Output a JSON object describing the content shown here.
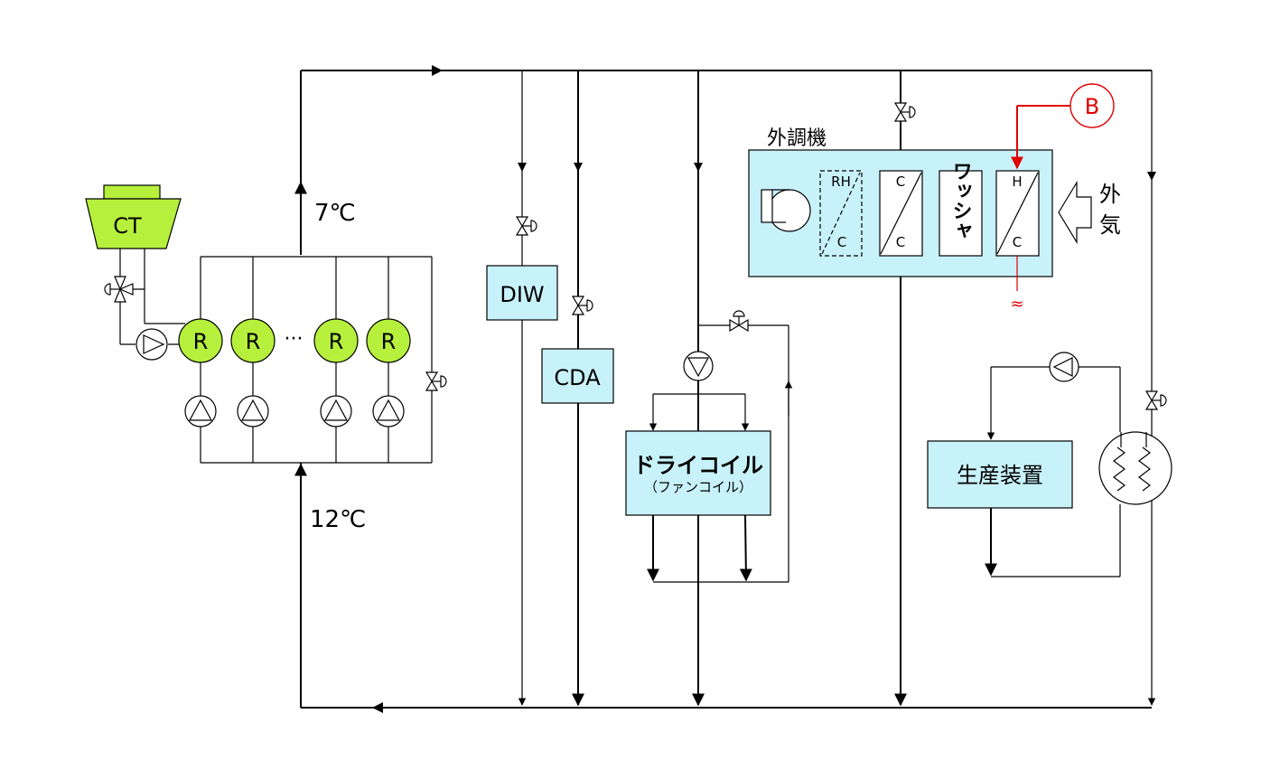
{
  "labels": {
    "ct": "CT",
    "chiller": "R",
    "dots": "···",
    "supply_temp": "7℃",
    "return_temp": "12℃",
    "diw": "DIW",
    "cda": "CDA",
    "dry_coil_title": "ドライコイル",
    "dry_coil_sub": "（ファンコイル）",
    "ahu_title": "外調機",
    "rh_top": "RH",
    "rh_bottom": "C",
    "cc_top": "C",
    "cc_bottom": "C",
    "washer": "ワッシャ",
    "hc_top": "H",
    "hc_bottom": "C",
    "outside_air_1": "外",
    "outside_air_2": "気",
    "b_marker": "B",
    "production": "生産装置",
    "steam_trap": "≈"
  },
  "colors": {
    "equipment": "#c8f2fa",
    "chiller": "#b6f03c",
    "marker": "#e00000"
  }
}
